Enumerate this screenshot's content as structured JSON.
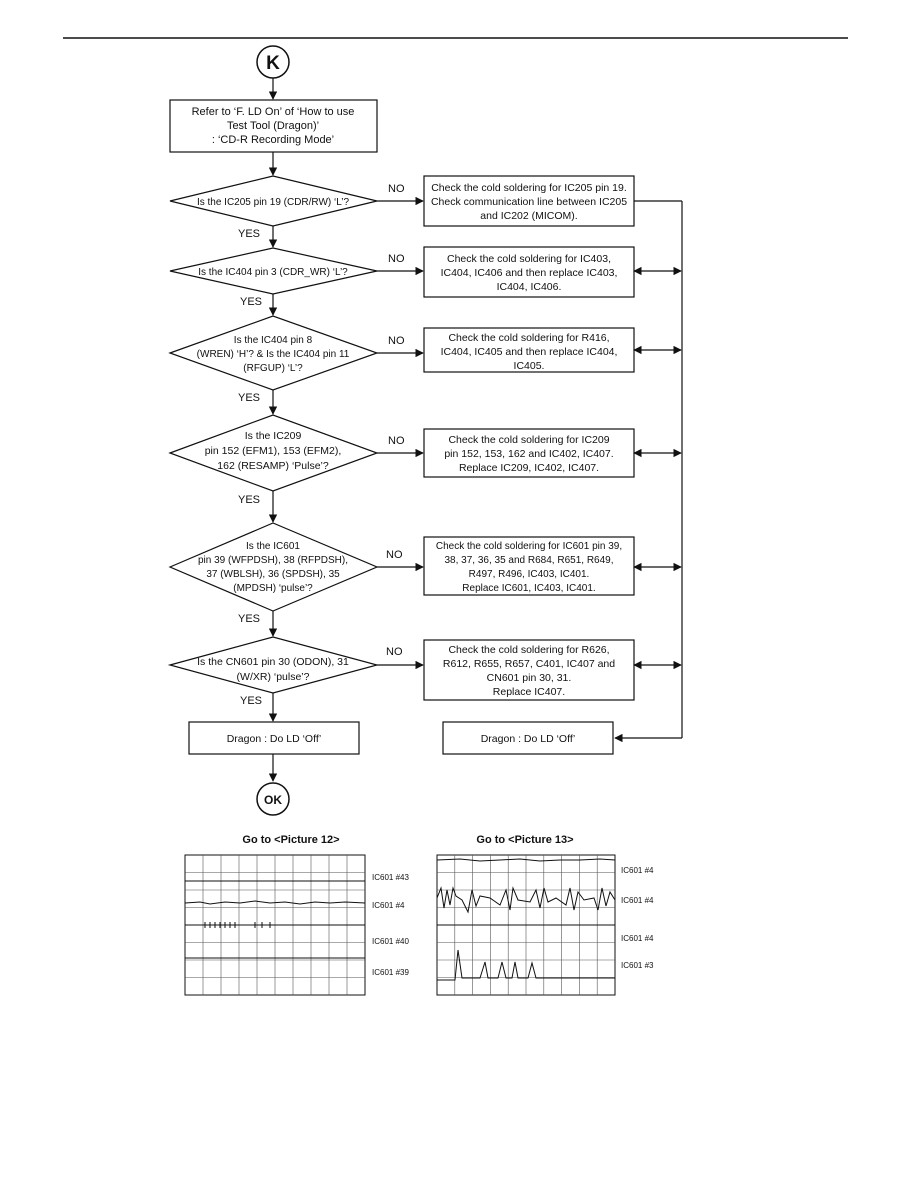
{
  "start": {
    "label": "K"
  },
  "intro": {
    "lines": [
      "Refer to ‘F. LD On’ of ‘How to use",
      "Test Tool (Dragon)’",
      ": ‘CD-R Recording Mode’"
    ]
  },
  "flow": {
    "yes": "YES",
    "no": "NO"
  },
  "decisions": [
    {
      "lines": [
        "Is the IC205 pin 19 (CDR/RW) ‘L’?"
      ]
    },
    {
      "lines": [
        "Is the IC404 pin 3 (CDR_WR) ‘L’?"
      ]
    },
    {
      "lines": [
        "Is the IC404 pin 8",
        "(WREN) ‘H’? & Is the IC404 pin 11",
        "(RFGUP) ‘L’?"
      ]
    },
    {
      "lines": [
        "Is the IC209",
        "pin 152 (EFM1), 153 (EFM2),",
        "162 (RESAMP) ‘Pulse’?"
      ]
    },
    {
      "lines": [
        "Is the IC601",
        "pin 39 (WFPDSH), 38 (RFPDSH),",
        "37 (WBLSH), 36 (SPDSH), 35",
        "(MPDSH) ‘pulse’?"
      ]
    },
    {
      "lines": [
        "Is the CN601 pin 30 (ODON), 31",
        "(W/XR) ‘pulse’?"
      ]
    }
  ],
  "actions": [
    {
      "lines": [
        "Check the cold soldering for IC205 pin 19.",
        "Check communication line between IC205",
        "and IC202 (MICOM)."
      ]
    },
    {
      "lines": [
        "Check the cold soldering for IC403,",
        "IC404, IC406 and then replace IC403,",
        "IC404, IC406."
      ]
    },
    {
      "lines": [
        "Check the cold soldering for R416,",
        "IC404, IC405 and then replace IC404,",
        "IC405."
      ]
    },
    {
      "lines": [
        "Check the cold soldering for IC209",
        "pin 152, 153, 162 and IC402, IC407.",
        "Replace IC209, IC402, IC407."
      ]
    },
    {
      "lines": [
        "Check the cold soldering for IC601 pin 39,",
        "38, 37, 36, 35 and R684, R651, R649,",
        "R497, R496, IC403, IC401.",
        "Replace IC601, IC403, IC401."
      ]
    },
    {
      "lines": [
        "Check the cold soldering for R626,",
        "R612, R655, R657, C401, IC407 and",
        "CN601 pin 30, 31.",
        "Replace IC407."
      ]
    }
  ],
  "dragon_left": {
    "label": "Dragon : Do LD ‘Off’"
  },
  "dragon_right": {
    "label": "Dragon : Do LD ‘Off’"
  },
  "end": {
    "label": "OK"
  },
  "pictures": [
    {
      "title": "Go to <Picture 12>",
      "traces": [
        "IC601 #43",
        "IC601 #4",
        "IC601 #40",
        "IC601 #39"
      ]
    },
    {
      "title": "Go to <Picture 13>",
      "traces": [
        "IC601 #4",
        "IC601 #4",
        "IC601 #4",
        "IC601 #3"
      ]
    }
  ]
}
